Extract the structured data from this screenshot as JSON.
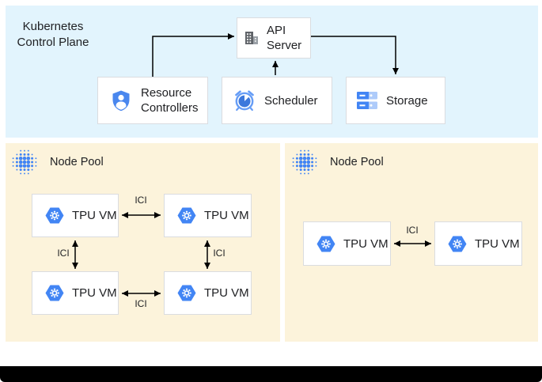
{
  "header": {
    "title_line1": "Kubernetes",
    "title_line2": "Control Plane"
  },
  "control_plane": {
    "api_server_label": "API Server",
    "resource_controllers_label": "Resource Controllers",
    "scheduler_label": "Scheduler",
    "storage_label": "Storage"
  },
  "node_pools": {
    "left": {
      "label": "Node Pool",
      "vms": [
        "TPU VM",
        "TPU VM",
        "TPU VM",
        "TPU VM"
      ]
    },
    "right": {
      "label": "Node Pool",
      "vms": [
        "TPU VM",
        "TPU VM"
      ]
    }
  },
  "interconnect_label": "ICI",
  "icons": {
    "api_server": "building-icon",
    "resource_controllers": "shield-user-icon",
    "scheduler": "alarm-clock-icon",
    "storage": "storage-disks-icon",
    "node_pool": "dot-cluster-icon",
    "tpu_vm": "hexagon-gear-icon"
  },
  "colors": {
    "control_plane_bg": "#E2F4FD",
    "node_pool_bg": "#FCF3DB",
    "box_border": "#DADCE0",
    "accent_blue": "#4285F4",
    "mid_blue": "#669DF6",
    "dark_blue": "#3C78DC",
    "light_blue": "#AECBFA",
    "icon_gray": "#5F6368",
    "arrow_black": "#000000",
    "bottom_bar": "#000000"
  }
}
